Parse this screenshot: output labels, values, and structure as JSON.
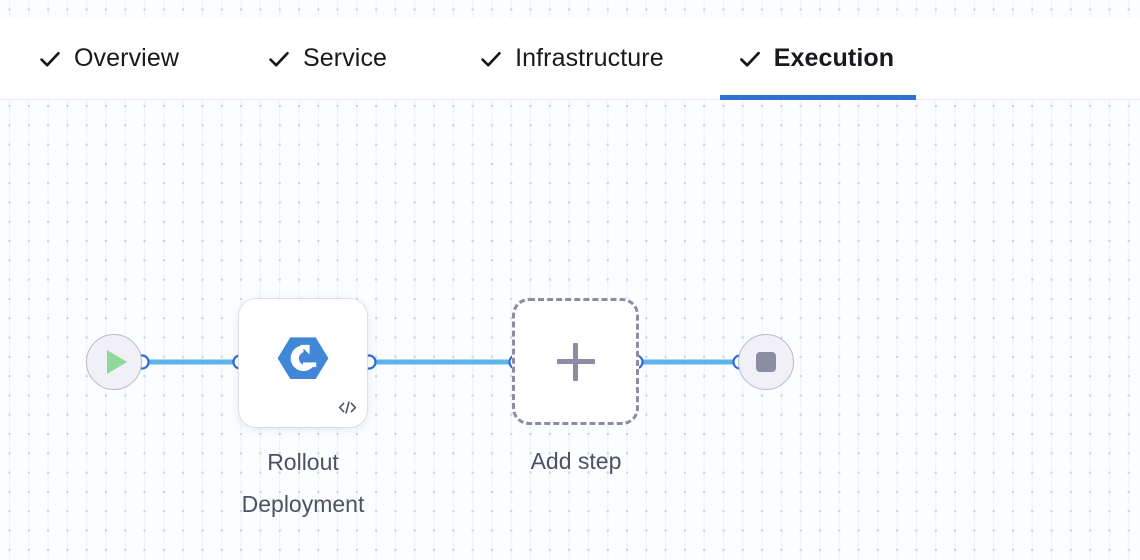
{
  "header": {
    "tabs": [
      {
        "label": "Overview",
        "icon": "check-icon",
        "complete": true,
        "active": false
      },
      {
        "label": "Service",
        "icon": "check-icon",
        "complete": true,
        "active": false
      },
      {
        "label": "Infrastructure",
        "icon": "check-icon",
        "complete": true,
        "active": false
      },
      {
        "label": "Execution",
        "icon": "check-icon",
        "complete": true,
        "active": true
      }
    ],
    "active_tab": "Execution",
    "active_underline_color": "#2f73cf"
  },
  "canvas": {
    "background_color": "#fbfdff",
    "grid_dot_color": "#c3ccd6",
    "grid_line_color": "#cfe4f5"
  },
  "pipeline": {
    "nodes": [
      {
        "id": "start",
        "type": "start-node",
        "icon": "play-icon",
        "label": "",
        "fill": "#f1f0f7",
        "border": "#b9bac9",
        "icon_color": "#8ed99a"
      },
      {
        "id": "rollout-deployment",
        "type": "step-node",
        "icon": "rollout-deployment-icon",
        "badge_icon": "code-icon",
        "badge_text": "</>",
        "label": "Rollout\nDeployment",
        "icon_color": "#4087d8"
      },
      {
        "id": "add-step",
        "type": "add-step-node",
        "icon": "plus-icon",
        "label": "Add step",
        "border": "#8b8da3",
        "icon_color": "#8b8da3"
      },
      {
        "id": "end",
        "type": "end-node",
        "icon": "stop-icon",
        "label": "",
        "fill": "#f1f0f7",
        "border": "#b9bac9",
        "icon_color": "#8b8da3"
      }
    ],
    "edges": [
      {
        "from": "start",
        "to": "rollout-deployment"
      },
      {
        "from": "rollout-deployment",
        "to": "add-step"
      },
      {
        "from": "add-step",
        "to": "end"
      }
    ],
    "edge_color": "#5cb3ed",
    "handle_fill": "#ffffff",
    "handle_stroke": "#2b6cd4"
  }
}
